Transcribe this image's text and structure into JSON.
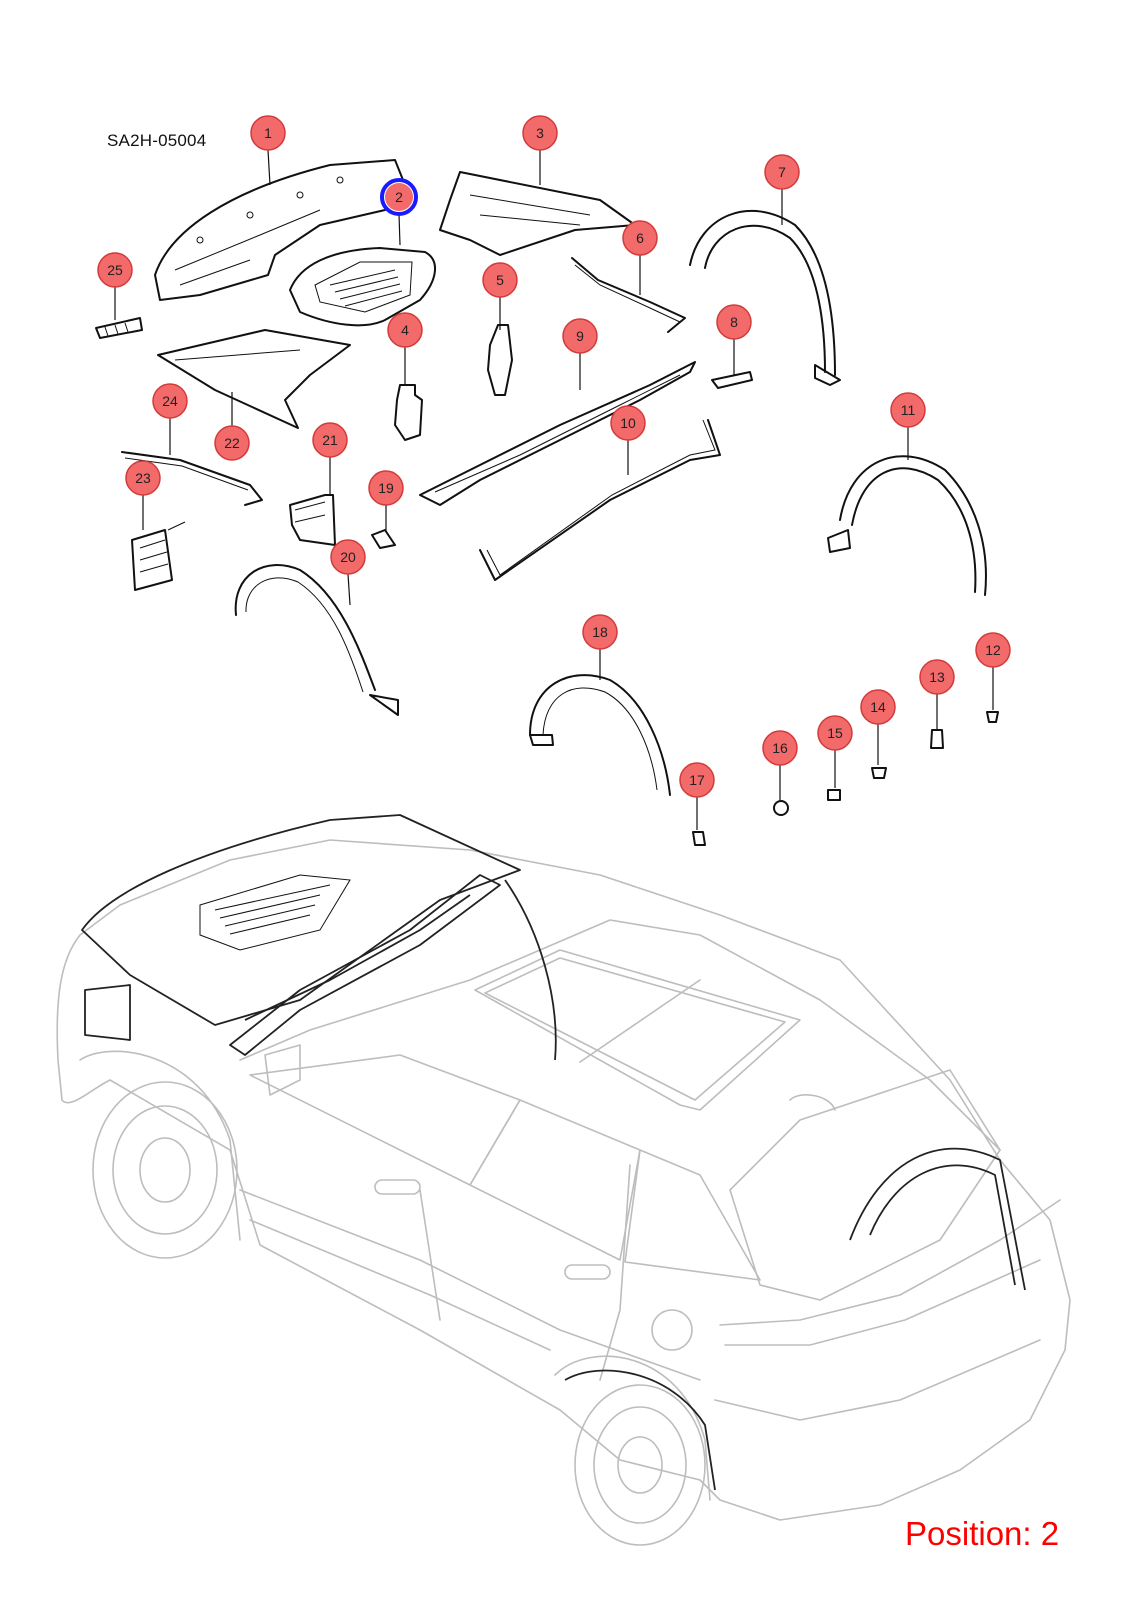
{
  "diagram": {
    "code": "SA2H-05004",
    "position_label": "Position: 2",
    "position_color": "#ff0000",
    "callout_fill": "#f26a6a",
    "callout_stroke": "#d33a3a",
    "highlight_color": "#1a1aff",
    "highlighted_callout": "2",
    "callouts": [
      {
        "num": "1"
      },
      {
        "num": "2"
      },
      {
        "num": "3"
      },
      {
        "num": "4"
      },
      {
        "num": "5"
      },
      {
        "num": "6"
      },
      {
        "num": "7"
      },
      {
        "num": "8"
      },
      {
        "num": "9"
      },
      {
        "num": "10"
      },
      {
        "num": "11"
      },
      {
        "num": "12"
      },
      {
        "num": "13"
      },
      {
        "num": "14"
      },
      {
        "num": "15"
      },
      {
        "num": "16"
      },
      {
        "num": "17"
      },
      {
        "num": "18"
      },
      {
        "num": "19"
      },
      {
        "num": "20"
      },
      {
        "num": "21"
      },
      {
        "num": "22"
      },
      {
        "num": "23"
      },
      {
        "num": "24"
      },
      {
        "num": "25"
      }
    ]
  }
}
